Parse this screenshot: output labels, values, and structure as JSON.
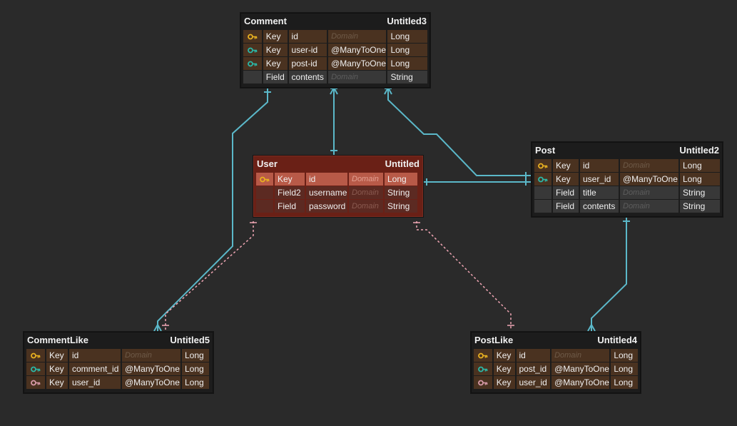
{
  "colors": {
    "background": "#2a2a2a",
    "relation": "#5bb8c9",
    "identifying_relation": "#f0a6b4",
    "primary_key": "#e8b020",
    "foreign_key": "#2bb8a8",
    "foreign_key_alt": "#d89aa8",
    "selected_table": "#6a2016"
  },
  "tables": {
    "comment": {
      "name": "Comment",
      "schema": "Untitled3",
      "columns": [
        {
          "icon": "primary-key-icon",
          "kind": "Key",
          "name": "id",
          "domain": "Domain",
          "type": "Long"
        },
        {
          "icon": "foreign-key-icon",
          "kind": "Key",
          "name": "user-id",
          "domain": "@ManyToOne",
          "type": "Long"
        },
        {
          "icon": "foreign-key-icon",
          "kind": "Key",
          "name": "post-id",
          "domain": "@ManyToOne",
          "type": "Long"
        },
        {
          "icon": "",
          "kind": "Field",
          "name": "contents",
          "domain": "Domain",
          "type": "String"
        }
      ]
    },
    "user": {
      "name": "User",
      "schema": "Untitled",
      "columns": [
        {
          "icon": "primary-key-icon",
          "kind": "Key",
          "name": "id",
          "domain": "Domain",
          "type": "Long"
        },
        {
          "icon": "",
          "kind": "Field2",
          "name": "username",
          "domain": "Domain",
          "type": "String"
        },
        {
          "icon": "",
          "kind": "Field",
          "name": "password",
          "domain": "Domain",
          "type": "String"
        }
      ]
    },
    "post": {
      "name": "Post",
      "schema": "Untitled2",
      "columns": [
        {
          "icon": "primary-key-icon",
          "kind": "Key",
          "name": "id",
          "domain": "Domain",
          "type": "Long"
        },
        {
          "icon": "foreign-key-icon",
          "kind": "Key",
          "name": "user_id",
          "domain": "@ManyToOne",
          "type": "Long"
        },
        {
          "icon": "",
          "kind": "Field",
          "name": "title",
          "domain": "Domain",
          "type": "String"
        },
        {
          "icon": "",
          "kind": "Field",
          "name": "contents",
          "domain": "Domain",
          "type": "String"
        }
      ]
    },
    "commentlike": {
      "name": "CommentLike",
      "schema": "Untitled5",
      "columns": [
        {
          "icon": "primary-key-icon",
          "kind": "Key",
          "name": "id",
          "domain": "Domain",
          "type": "Long"
        },
        {
          "icon": "foreign-key-icon",
          "kind": "Key",
          "name": "comment_id",
          "domain": "@ManyToOne",
          "type": "Long"
        },
        {
          "icon": "foreign-key-alt-icon",
          "kind": "Key",
          "name": "user_id",
          "domain": "@ManyToOne",
          "type": "Long"
        }
      ]
    },
    "postlike": {
      "name": "PostLike",
      "schema": "Untitled4",
      "columns": [
        {
          "icon": "primary-key-icon",
          "kind": "Key",
          "name": "id",
          "domain": "Domain",
          "type": "Long"
        },
        {
          "icon": "foreign-key-icon",
          "kind": "Key",
          "name": "post_id",
          "domain": "@ManyToOne",
          "type": "Long"
        },
        {
          "icon": "foreign-key-alt-icon",
          "kind": "Key",
          "name": "user_id",
          "domain": "@ManyToOne",
          "type": "Long"
        }
      ]
    }
  },
  "relations": [
    {
      "from": "Comment",
      "to": "User",
      "style": "solid"
    },
    {
      "from": "Comment",
      "to": "Post",
      "style": "solid"
    },
    {
      "from": "Post",
      "to": "User",
      "style": "solid"
    },
    {
      "from": "CommentLike",
      "to": "Comment",
      "style": "solid"
    },
    {
      "from": "CommentLike",
      "to": "User",
      "style": "dashed"
    },
    {
      "from": "PostLike",
      "to": "Post",
      "style": "solid"
    },
    {
      "from": "PostLike",
      "to": "User",
      "style": "dashed"
    }
  ]
}
